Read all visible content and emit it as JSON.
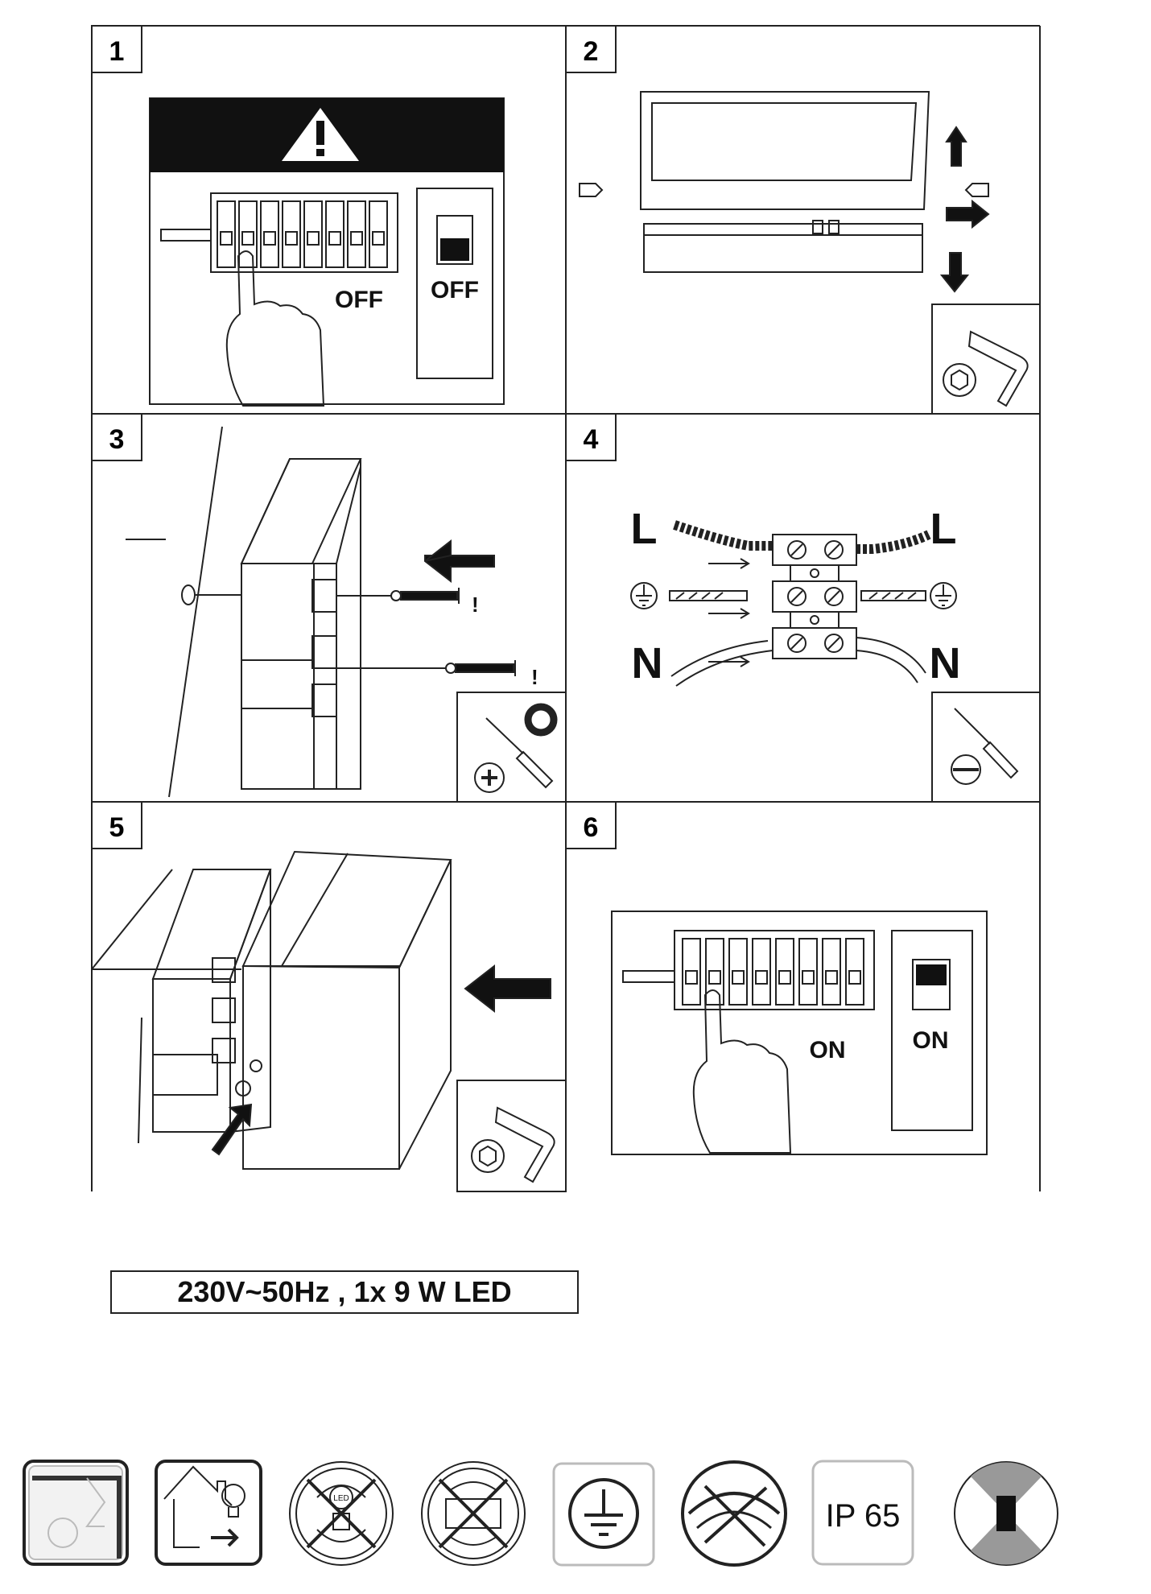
{
  "steps": [
    {
      "number": "1",
      "labels": [
        "OFF",
        "OFF"
      ]
    },
    {
      "number": "2"
    },
    {
      "number": "3",
      "labels": [
        "!",
        "!"
      ]
    },
    {
      "number": "4",
      "labels": [
        "L",
        "L",
        "N",
        "N"
      ]
    },
    {
      "number": "5"
    },
    {
      "number": "6",
      "labels": [
        "ON",
        "ON"
      ]
    }
  ],
  "spec": "230V~50Hz , 1x 9 W LED",
  "bottom_icons": [
    {
      "icon": "class-ii-bathroom-zone-icon"
    },
    {
      "icon": "indoor-outdoor-lamp-icon"
    },
    {
      "icon": "led-not-replaceable-icon"
    },
    {
      "icon": "driver-not-replaceable-icon"
    },
    {
      "icon": "protective-earth-icon"
    },
    {
      "icon": "no-dimmer-icon"
    },
    {
      "icon": "ip-rating-icon",
      "text": "IP 65"
    },
    {
      "icon": "up-down-light-icon"
    }
  ],
  "colors": {
    "ink": "#111111",
    "background": "#ffffff"
  }
}
